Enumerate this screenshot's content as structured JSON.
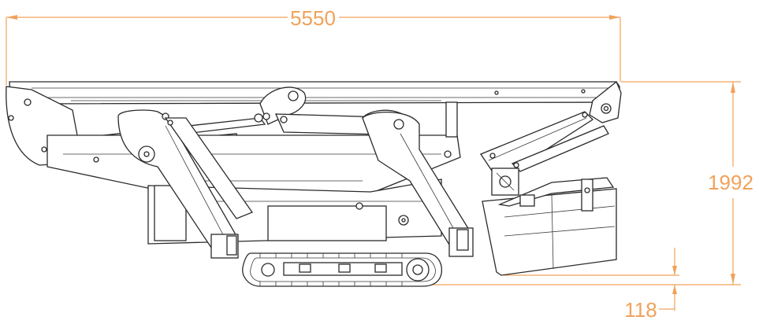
{
  "dimensions": {
    "overall_length": "5550",
    "height": "1992",
    "ground_clearance": "118"
  },
  "colors": {
    "dimension": "#f0a25a",
    "machine_line": "#2a2a2a",
    "background": "#ffffff"
  }
}
